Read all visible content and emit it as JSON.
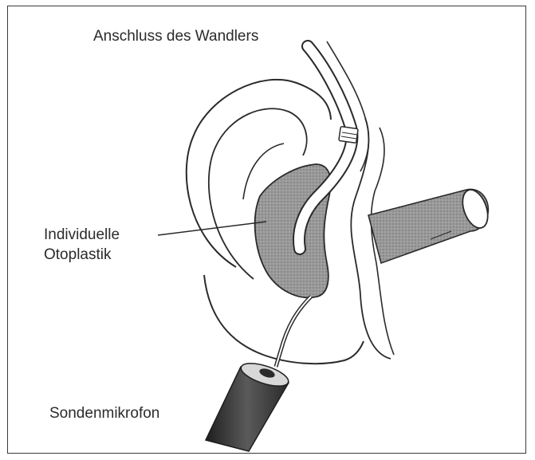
{
  "labels": {
    "transducer_connection": "Anschluss des Wandlers",
    "earmold_line1": "Individuelle",
    "earmold_line2": "Otoplastik",
    "probe_microphone": "Sondenmikrofon"
  },
  "colors": {
    "line": "#2a2a2a",
    "earmold_fill": "#8a8a8a",
    "microphone_fill": "#3a3a3a",
    "background": "#ffffff"
  }
}
